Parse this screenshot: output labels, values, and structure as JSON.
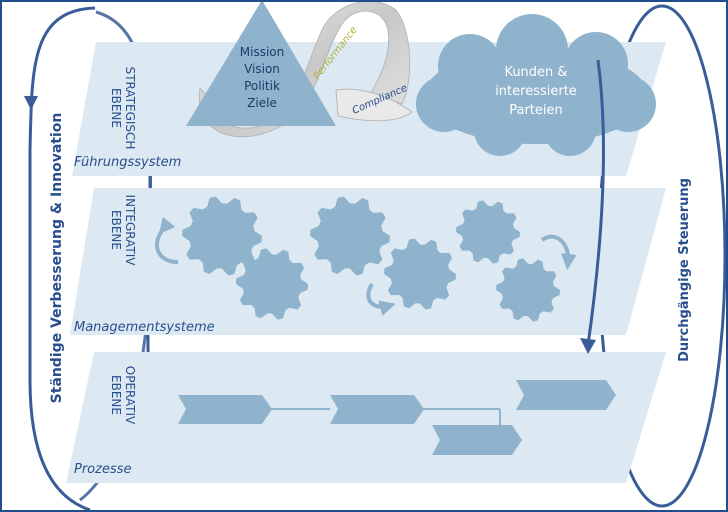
{
  "levels": [
    {
      "title_line1": "EBENE",
      "title_line2": "STRATEGISCH",
      "caption": "Führungssystem"
    },
    {
      "title_line1": "EBENE",
      "title_line2": "INTEGRATIV",
      "caption": "Managementsysteme"
    },
    {
      "title_line1": "EBENE",
      "title_line2": "OPERATIV",
      "caption": "Prozesse"
    }
  ],
  "triangle_text": [
    "Mission",
    "Vision",
    "Politik",
    "Ziele"
  ],
  "ribbon": {
    "performance": "Performance",
    "compliance": "Compliance"
  },
  "cloud_text": [
    "Kunden &",
    "interessierte",
    "Parteien"
  ],
  "left_loop_label": "Ständige Verbesserung & Innovation",
  "right_loop_label": "Durchgängige Steuerung",
  "colors": {
    "plane": "#dce9f2",
    "shape": "#8fb2cd",
    "accent": "#2a4f8e",
    "caption": "#2a4f8e",
    "performance_text": "#b3b03a"
  }
}
